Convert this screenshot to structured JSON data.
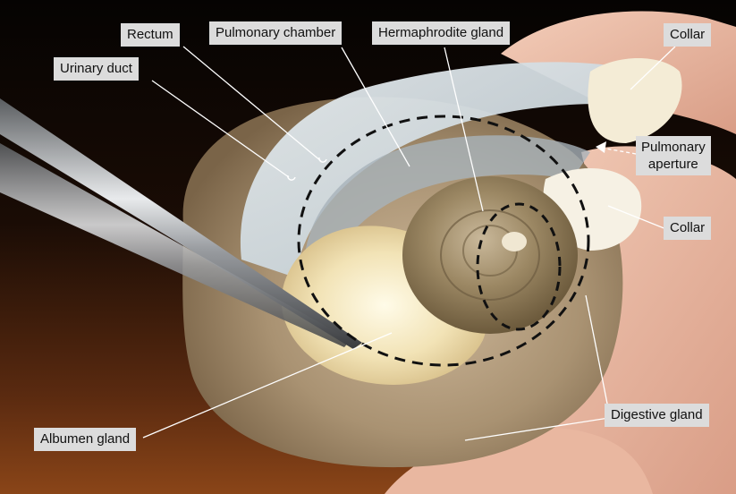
{
  "labels": {
    "rectum": "Rectum",
    "pulmonary_chamber": "Pulmonary chamber",
    "hermaphrodite_gland": "Hermaphrodite gland",
    "collar_top": "Collar",
    "urinary_duct": "Urinary duct",
    "pulmonary_aperture_line1": "Pulmonary",
    "pulmonary_aperture_line2": "aperture",
    "collar_right": "Collar",
    "albumen_gland": "Albumen gland",
    "digestive_gland": "Digestive gland"
  },
  "colors": {
    "label_background": "#dcdcdc",
    "leader_line": "#ffffff",
    "outline_dashes": "#111111"
  }
}
